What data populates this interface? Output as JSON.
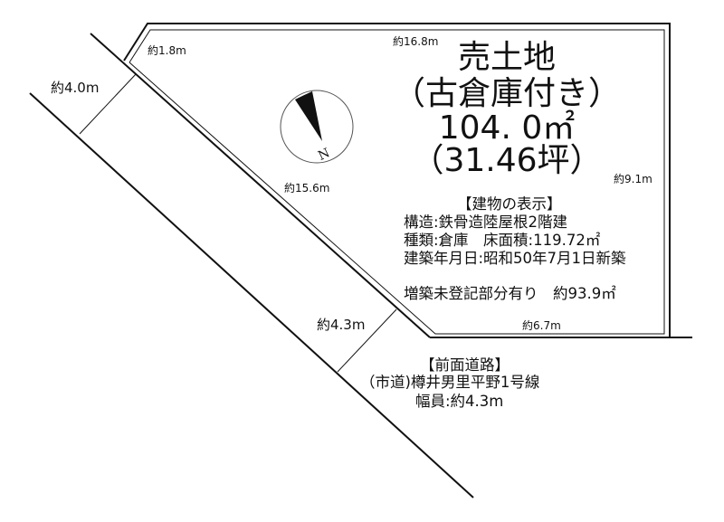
{
  "title": {
    "line1": "売土地",
    "line2": "（古倉庫付き）",
    "line3": "104. 0㎡",
    "line4": "（31.46坪）"
  },
  "dimensions": {
    "top": "約16.8m",
    "corner": "約1.8m",
    "diagonal": "約15.6m",
    "right": "約9.1m",
    "bottom": "約6.7m",
    "road_width_upper": "約4.0m",
    "road_width_lower": "約4.3m"
  },
  "compass": {
    "label": "N"
  },
  "building": {
    "heading": "【建物の表示】",
    "structure": "構造:鉄骨造陸屋根2階建",
    "type": "種類:倉庫　床面積:119.72㎡",
    "built": "建築年月日:昭和50年7月1日新築",
    "note": "増築未登記部分有り　約93.9㎡"
  },
  "road": {
    "heading": "【前面道路】",
    "name": "（市道)樽井男里平野1号線",
    "width": "幅員:約4.3m"
  }
}
